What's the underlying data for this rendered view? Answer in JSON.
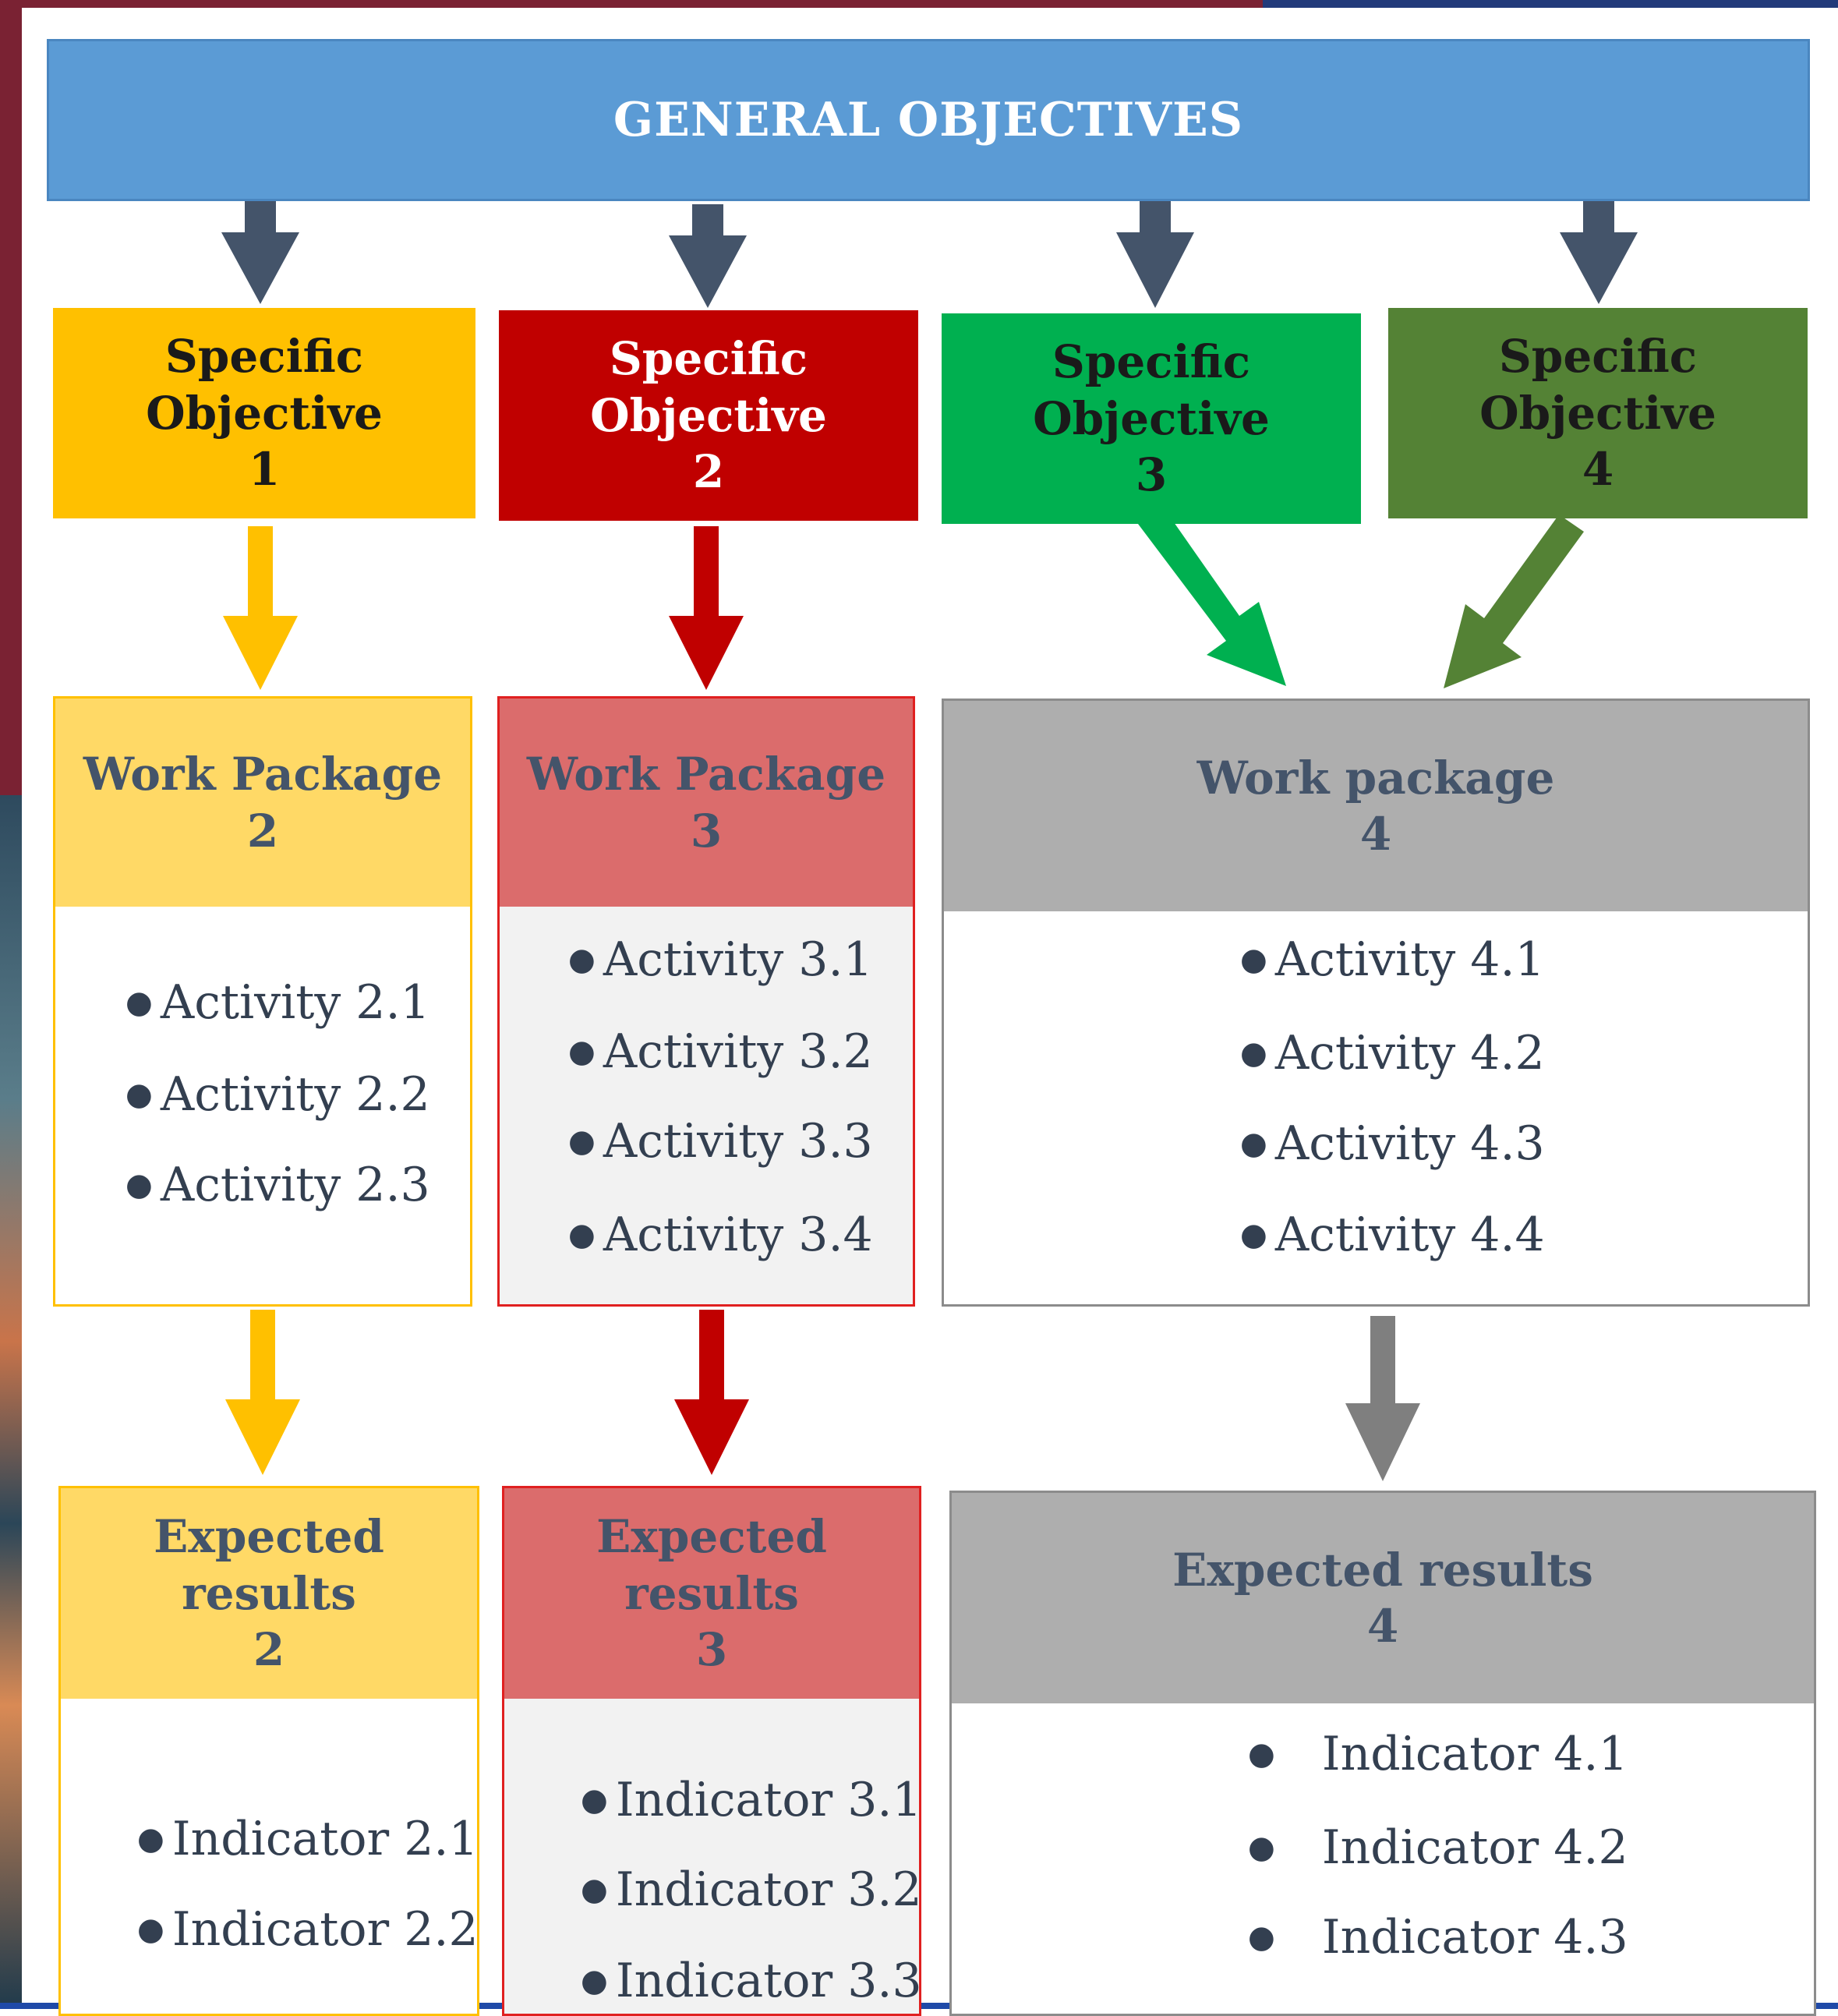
{
  "general": "GENERAL OBJECTIVES",
  "specific_objectives": [
    {
      "line1": "Specific",
      "line2": "Objective",
      "line3": "1"
    },
    {
      "line1": "Specific",
      "line2": "Objective",
      "line3": "2"
    },
    {
      "line1": "Specific",
      "line2": "Objective",
      "line3": "3"
    },
    {
      "line1": "Specific",
      "line2": "Objective",
      "line3": "4"
    }
  ],
  "work_packages": [
    {
      "line1": "Work Package",
      "line2": "2",
      "items": [
        "Activity 2.1",
        "Activity 2.2",
        "Activity 2.3"
      ]
    },
    {
      "line1": "Work Package",
      "line2": "3",
      "items": [
        "Activity 3.1",
        "Activity 3.2",
        "Activity 3.3",
        "Activity 3.4"
      ]
    },
    {
      "line1": "Work package",
      "line2": "4",
      "items": [
        "Activity 4.1",
        "Activity 4.2",
        "Activity 4.3",
        "Activity 4.4"
      ]
    }
  ],
  "expected_results": [
    {
      "line1": "Expected",
      "line2": "results",
      "line3": "2",
      "items": [
        "Indicator 2.1",
        "Indicator 2.2"
      ]
    },
    {
      "line1": "Expected",
      "line2": "results",
      "line3": "3",
      "items": [
        "Indicator 3.1",
        "Indicator 3.2",
        "Indicator 3.3"
      ]
    },
    {
      "line1": "Expected results",
      "line2": "4",
      "items": [
        "Indicator 4.1",
        "Indicator 4.2",
        "Indicator 4.3"
      ]
    }
  ],
  "colors": {
    "general": "#5b9bd5",
    "objective_1": "#ffc000",
    "objective_2": "#c00000",
    "objective_3": "#00b050",
    "objective_4": "#548235",
    "gray": "#7f7f7f",
    "arrow_dark": "#44546a"
  }
}
